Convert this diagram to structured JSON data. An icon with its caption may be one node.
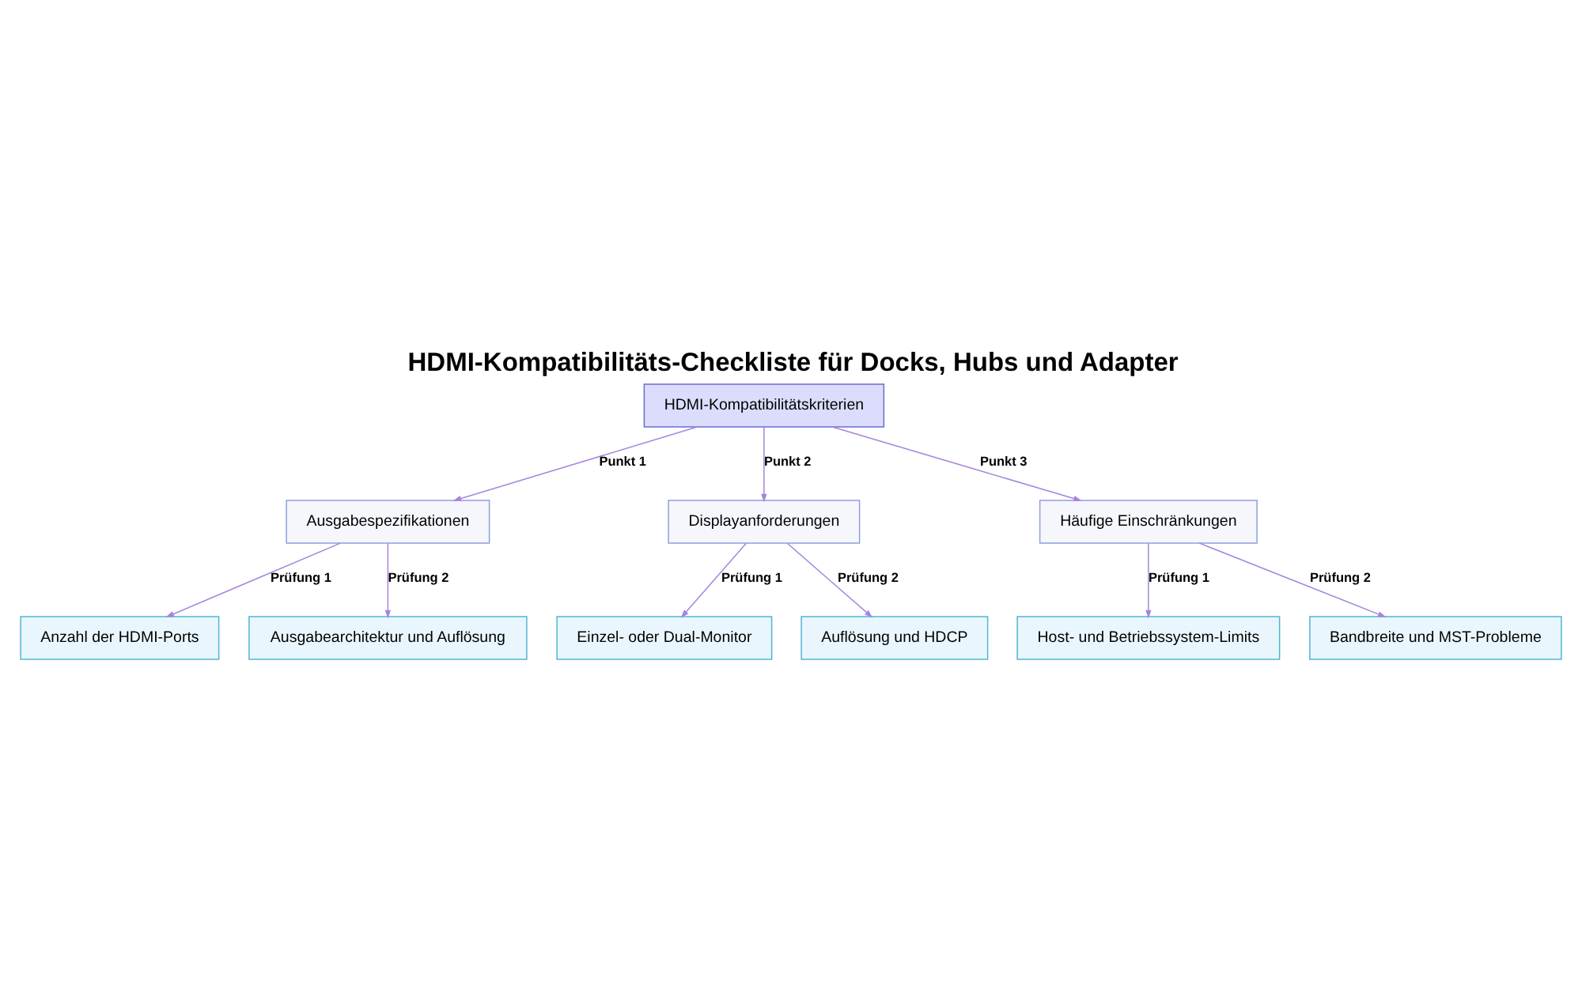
{
  "diagram": {
    "title": "HDMI-Kompatibilitäts-Checkliste für Docks, Hubs und Adapter",
    "nodes": [
      {
        "text": [
          "HDMI-Kompatibilitätskriterien"
        ]
      },
      {
        "text": [
          "Ausgabespezifikationen"
        ]
      },
      {
        "text": [
          "Displayanforderungen"
        ]
      },
      {
        "text": [
          "Häufige Einschränkungen"
        ]
      },
      {
        "text": [
          "Anzahl der HDMI-Ports"
        ]
      },
      {
        "text": [
          "Ausgabearchitektur und Auflösung"
        ]
      },
      {
        "text": [
          "Einzel- oder Dual-Monitor"
        ]
      },
      {
        "text": [
          "Auflösung und HDCP"
        ]
      },
      {
        "text": [
          "Host- und Betriebssystem-Limits"
        ]
      },
      {
        "text": [
          "Bandbreite und MST-Probleme"
        ]
      }
    ],
    "edges": [
      {
        "from": 0,
        "to": 1,
        "arrow": "to",
        "label": "Punkt 1"
      },
      {
        "from": 0,
        "to": 2,
        "arrow": "to",
        "label": "Punkt 2"
      },
      {
        "from": 0,
        "to": 3,
        "arrow": "to",
        "label": "Punkt 3"
      },
      {
        "from": 1,
        "to": 4,
        "arrow": "to",
        "label": "Prüfung 1"
      },
      {
        "from": 1,
        "to": 5,
        "arrow": "to",
        "label": "Prüfung 2"
      },
      {
        "from": 2,
        "to": 6,
        "arrow": "to",
        "label": "Prüfung 1"
      },
      {
        "from": 2,
        "to": 7,
        "arrow": "to",
        "label": "Prüfung 2"
      },
      {
        "from": 3,
        "to": 8,
        "arrow": "to",
        "label": "Prüfung 1"
      },
      {
        "from": 3,
        "to": 9,
        "arrow": "to",
        "label": "Prüfung 2"
      }
    ]
  }
}
